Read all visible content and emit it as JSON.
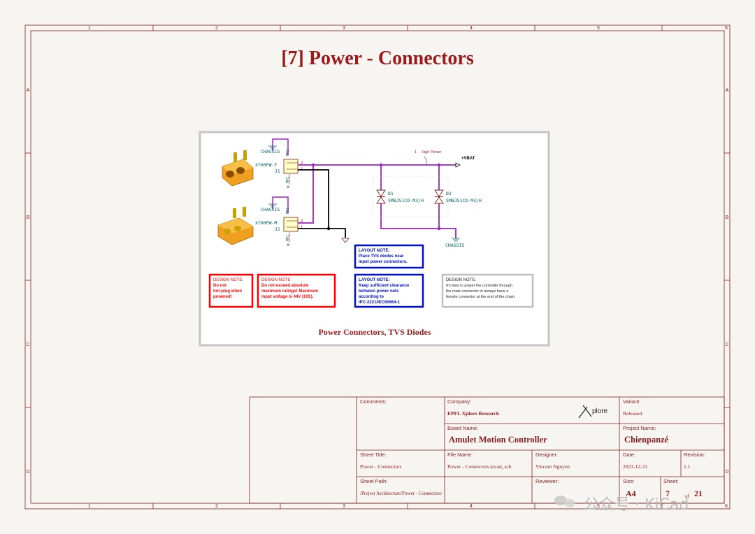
{
  "frame": {
    "columns": [
      "1",
      "2",
      "3",
      "4",
      "5",
      "6"
    ],
    "rows": [
      "A",
      "B",
      "C",
      "D"
    ]
  },
  "page_title": "[7] Power - Connectors",
  "block": {
    "caption": "Power Connectors, TVS Diodes",
    "connectors": [
      {
        "value": "XT60PW-F",
        "ref": "J1",
        "chassis_label": "CHASSIS",
        "pin_top": "2",
        "pin_bottom": "1",
        "mp_top": "MP2",
        "mp_bottom": "MP1"
      },
      {
        "value": "XT60PW-M",
        "ref": "J2",
        "chassis_label": "CHASSIS",
        "pin_top": "2",
        "pin_bottom": "1",
        "mp_top": "MP2",
        "mp_bottom": "MP1"
      }
    ],
    "diodes": [
      {
        "ref": "D1",
        "value": "SMBJ51CD-M3/H"
      },
      {
        "ref": "D2",
        "value": "SMBJ51CD-M3/H"
      }
    ],
    "net_vbat": "+VBAT",
    "high_power_flag": "High Power",
    "diode_chassis_label": "CHASSIS",
    "notes": {
      "hotplug": {
        "heading": "DESIGN NOTE:",
        "lines": [
          "Do not",
          "hot-plug when",
          "powered!"
        ]
      },
      "ratings": {
        "heading": "DESIGN NOTE:",
        "lines": [
          "Do not exceed absolute",
          "maximum ratings! Maximum",
          "input voltage is 44V (10S)."
        ]
      },
      "tvs_layout": {
        "heading": "LAYOUT NOTE:",
        "lines": [
          "Place TVS diodes near",
          "input power connectors."
        ]
      },
      "clearance": {
        "heading": "LAYOUT NOTE:",
        "lines": [
          "Keep sufficient clearance",
          "between power nets",
          "according to",
          "IPC-2221/IEC60664-1"
        ]
      },
      "female": {
        "heading": "DESIGN NOTE:",
        "lines": [
          "It's best to power the controller through",
          "the male connector to always have a",
          "female connector at the end of the chain."
        ]
      }
    }
  },
  "title_block": {
    "comments_label": "Comments:",
    "company_label": "Company:",
    "company_value": "EPFL Xplore Research",
    "logo_text": "plore",
    "variant_label": "Variant:",
    "variant_value": "Released",
    "board_label": "Board Name:",
    "board_value": "Amulet Motion Controller",
    "project_label": "Project Name:",
    "project_value": "Chienpanzé",
    "sheet_title_label": "Sheet Title:",
    "sheet_title_value": "Power - Connectors",
    "file_label": "File Name:",
    "file_value": "Power - Connectors.kicad_sch",
    "designer_label": "Designer:",
    "designer_value": "Vincent Nguyen",
    "date_label": "Date:",
    "date_value": "2023-12-31",
    "revision_label": "Revision:",
    "revision_value": "1.1",
    "sheet_path_label": "Sheet Path:",
    "sheet_path_value": "/Project Architecture/Power - Connectors/",
    "reviewer_label": "Reviewer:",
    "size_label": "Size:",
    "size_value": "A4",
    "sheet_label": "Sheet:",
    "sheet_value": "7",
    "sheet_of": "of",
    "sheet_total": "21"
  },
  "watermark": "公众号 · KiCad",
  "colors": {
    "frame": "#8a1c1c",
    "title": "#9c1a1a",
    "wire_power": "#a020c8",
    "wire_black": "#000000",
    "symbol_fill": "#ffffc8",
    "symbol_text": "#006060",
    "note_red": "#ff0000",
    "note_blue": "#0010c8",
    "note_gray": "#bfbfbf"
  }
}
